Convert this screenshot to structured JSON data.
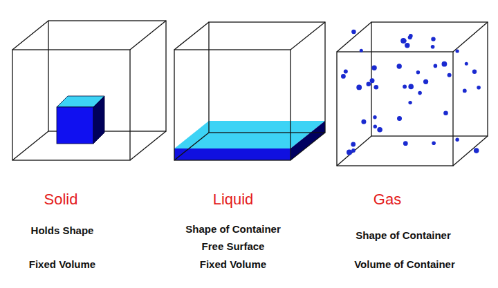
{
  "diagram": {
    "labels": [
      "Solid",
      "Holds Shape",
      "Fixed Volume",
      "Liquid",
      "Shape of Container",
      "Free Surface",
      "Fixed Volume",
      "Gas",
      "Shape of Container",
      "Volume of Container"
    ]
  }
}
